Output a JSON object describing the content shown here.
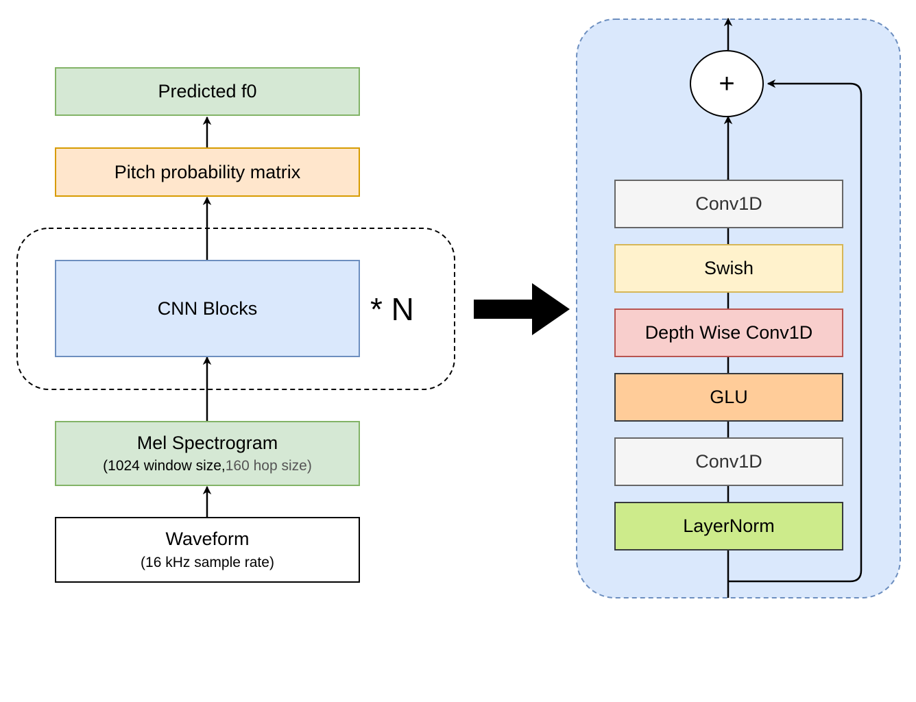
{
  "left": {
    "predicted": "Predicted f0",
    "pitch": "Pitch probability matrix",
    "cnn": "CNN Blocks",
    "repeat": "* N",
    "mel": {
      "title": "Mel Spectrogram",
      "detail_a": "(1024 window size,",
      "detail_b": "160 hop size)"
    },
    "wave": {
      "title": "Waveform",
      "detail": "(16 kHz sample rate)"
    }
  },
  "right": {
    "sum": "+",
    "layers": [
      "Conv1D",
      "Swish",
      "Depth Wise Conv1D",
      "GLU",
      "Conv1D",
      "LayerNorm"
    ]
  }
}
